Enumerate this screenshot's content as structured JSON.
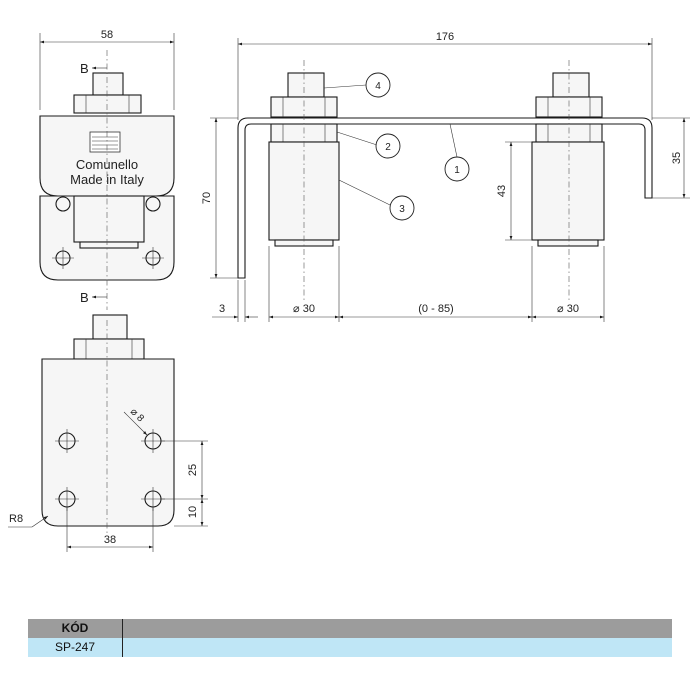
{
  "front_view": {
    "width_dim": "58",
    "section_label_top": "B",
    "section_label_bottom": "B",
    "brand": "Comunello",
    "made_in": "Made in Italy"
  },
  "side_view": {
    "total_length_dim": "176",
    "height_dim": "70",
    "plate_thickness_dim": "3",
    "flange_height_dim": "35",
    "roller_height_dim": "43",
    "roller_diameter_left": "⌀ 30",
    "roller_spacing": "(0 - 85)",
    "roller_diameter_right": "⌀ 30",
    "callouts": [
      "1",
      "2",
      "3",
      "4"
    ]
  },
  "plate_view": {
    "hole_diameter": "⌀ 8",
    "hole_spacing_vertical": "25",
    "hole_offset_bottom": "10",
    "hole_spacing_horizontal": "38",
    "corner_radius": "R8"
  },
  "table": {
    "header": "KÓD",
    "value": "SP-247",
    "header_color": "#9c9c9c",
    "value_color": "#bfe6f6"
  }
}
